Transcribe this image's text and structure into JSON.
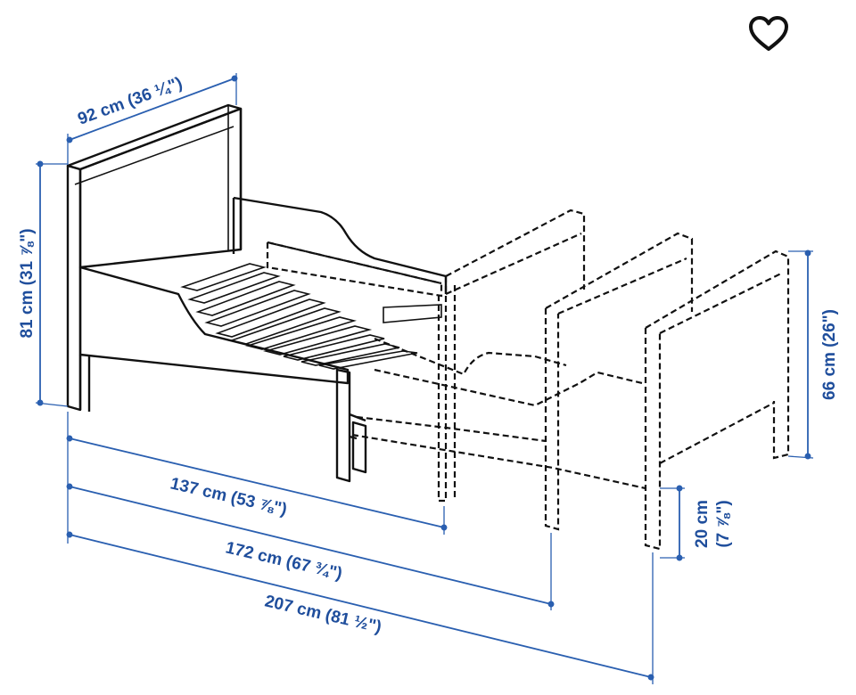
{
  "dimensions": {
    "width": "92 cm (36 ¼\")",
    "headboard_height": "81 cm (31 ⅞\")",
    "length_min": "137 cm (53 ⅞\")",
    "length_mid": "172 cm (67 ¾\")",
    "length_max": "207 cm (81 ½\")",
    "footboard_height": "66 cm (26\")",
    "leg_height_cm": "20 cm",
    "leg_height_in": "(7 ⅞\")"
  },
  "icons": {
    "favorite": "heart-outline-icon"
  },
  "colors": {
    "dimension_text": "#1f4e9c",
    "dimension_lines": "#2a5fb0",
    "drawing": "#111111"
  }
}
